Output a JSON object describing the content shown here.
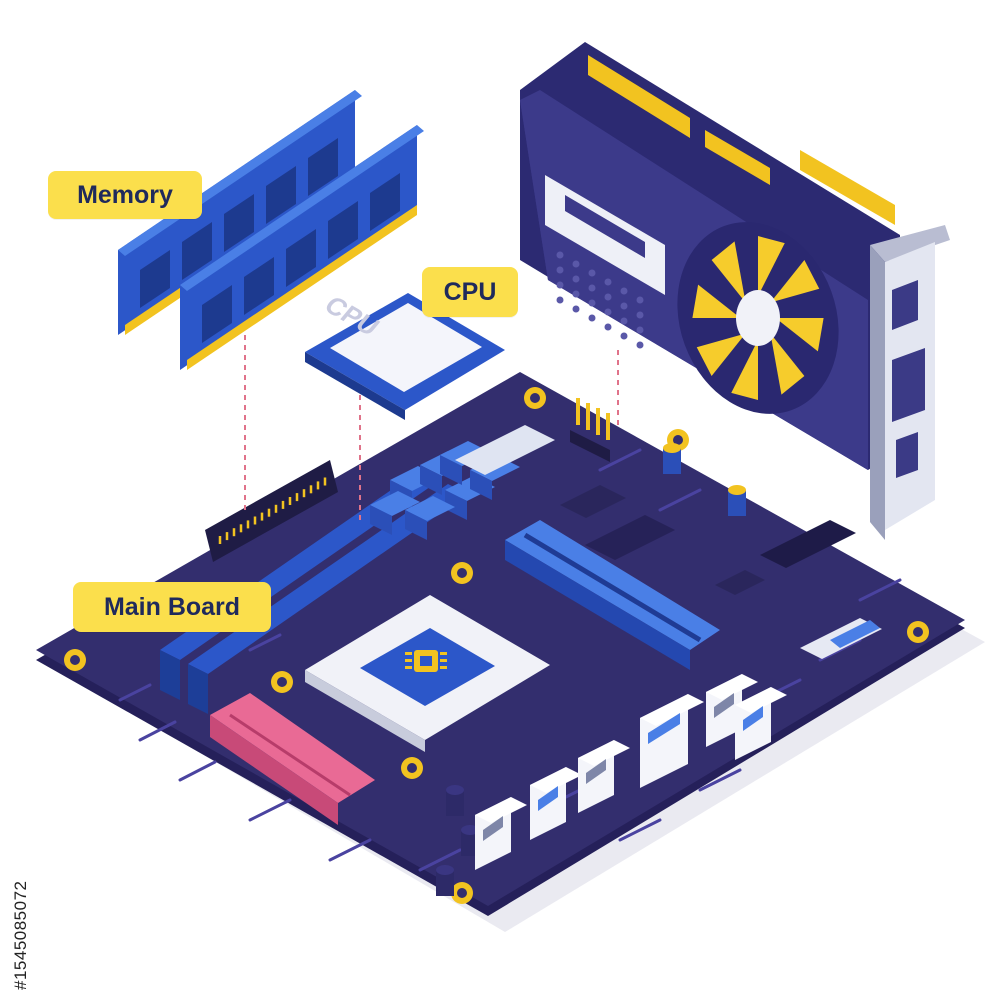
{
  "labels": {
    "memory": "Memory",
    "cpu": "CPU",
    "main_board": "Main Board"
  },
  "chip_text": "CPU",
  "stock_id": "#1545085072",
  "components": {
    "memory_modules": 2,
    "ram_slots": 2,
    "pcie_slots": 1,
    "rear_io_ports": 6,
    "gpu_fan_blades": 8
  },
  "colors": {
    "callout": "#fbdf4c",
    "callout_text": "#1f2a5c",
    "board": "#332e6e",
    "board_edge": "#25205a",
    "ram_blue": "#2c57c9",
    "ram_light": "#4a7fe6",
    "gold": "#f2c320",
    "gpu_body": "#3c3a8a",
    "gpu_fan": "#f6cc2c",
    "m2_slot": "#e96a95",
    "io_grey": "#dcdfea",
    "leader": "#e0738a"
  }
}
